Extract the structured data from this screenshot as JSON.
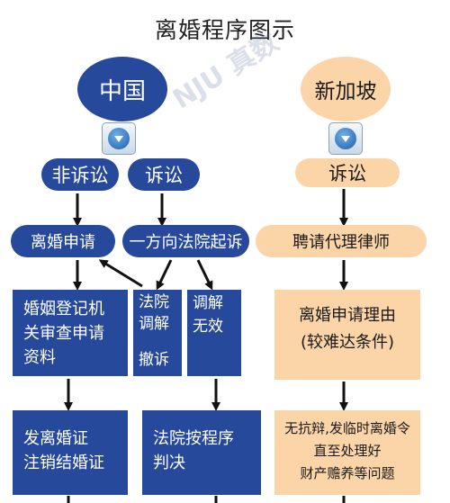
{
  "title": "离婚程序图示",
  "watermark": "NJU 真数",
  "china": {
    "label": "中国",
    "non_litigation": "非诉讼",
    "litigation": "诉讼",
    "divorce_application": "离婚申请",
    "unilateral_suit": "一方向法院起诉",
    "marriage_registry": [
      "婚姻登记机",
      "关审查申请",
      "资料"
    ],
    "court_mediation": [
      "法院",
      "调解",
      "",
      "撤诉"
    ],
    "mediation_invalid": [
      "调解",
      "无效"
    ],
    "issue_certificate": [
      "发离婚证",
      "注销结婚证"
    ],
    "court_judgment": [
      "法院按程序",
      "判决"
    ]
  },
  "singapore": {
    "label": "新加坡",
    "litigation": "诉讼",
    "hire_lawyer": "聘请代理律师",
    "divorce_reason": [
      "离婚申请理由",
      "(较难达条件)"
    ],
    "no_defense": [
      "无抗辩,发临时离婚令",
      "直至处理好",
      "财产赡养等问题"
    ]
  },
  "colors": {
    "blue": "#27499b",
    "peach": "#fbd4a7",
    "arrow": "#111111"
  }
}
